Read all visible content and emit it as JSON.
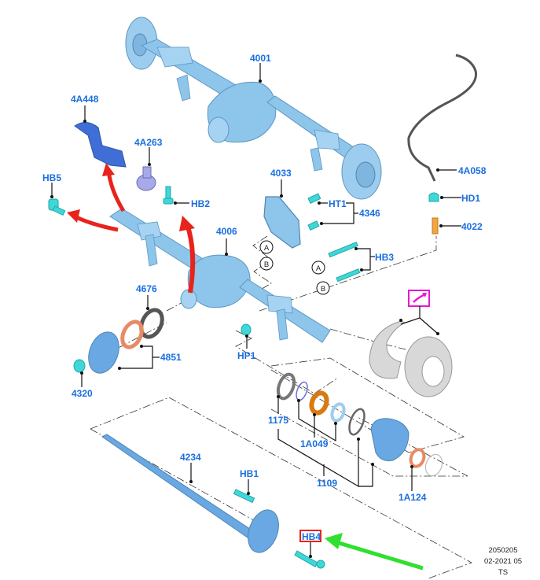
{
  "diagram": {
    "title": "Rear Axle Exploded View",
    "part_labels": {
      "4001": "4001",
      "4A448": "4A448",
      "4A263": "4A263",
      "HB5": "HB5",
      "HB2": "HB2",
      "4033": "4033",
      "HT1": "HT1",
      "4346": "4346",
      "4A058": "4A058",
      "HD1": "HD1",
      "4022": "4022",
      "4006": "4006",
      "HB3": "HB3",
      "4676": "4676",
      "4851": "4851",
      "HP1": "HP1",
      "4320": "4320",
      "1175": "1175",
      "1A049": "1A049",
      "1109": "1109",
      "1A124": "1A124",
      "4234": "4234",
      "HB1": "HB1",
      "HB4": "HB4"
    },
    "reference_markers": [
      "A",
      "B"
    ],
    "highlighted_label": "HB4",
    "colors": {
      "label": "#1a6fe0",
      "part_blue": "#8ec5ea",
      "fastener_cyan": "#3fd7d7",
      "bracket_blue": "#3f6fd6",
      "red_arrow": "#e8231c",
      "green_arrow": "#2fe02f",
      "magenta_callout": "#e619d4",
      "highlight_box": "#e8231c"
    },
    "footer": {
      "line1": "2050205",
      "line2": "02-2021 05",
      "line3": "TS"
    }
  }
}
